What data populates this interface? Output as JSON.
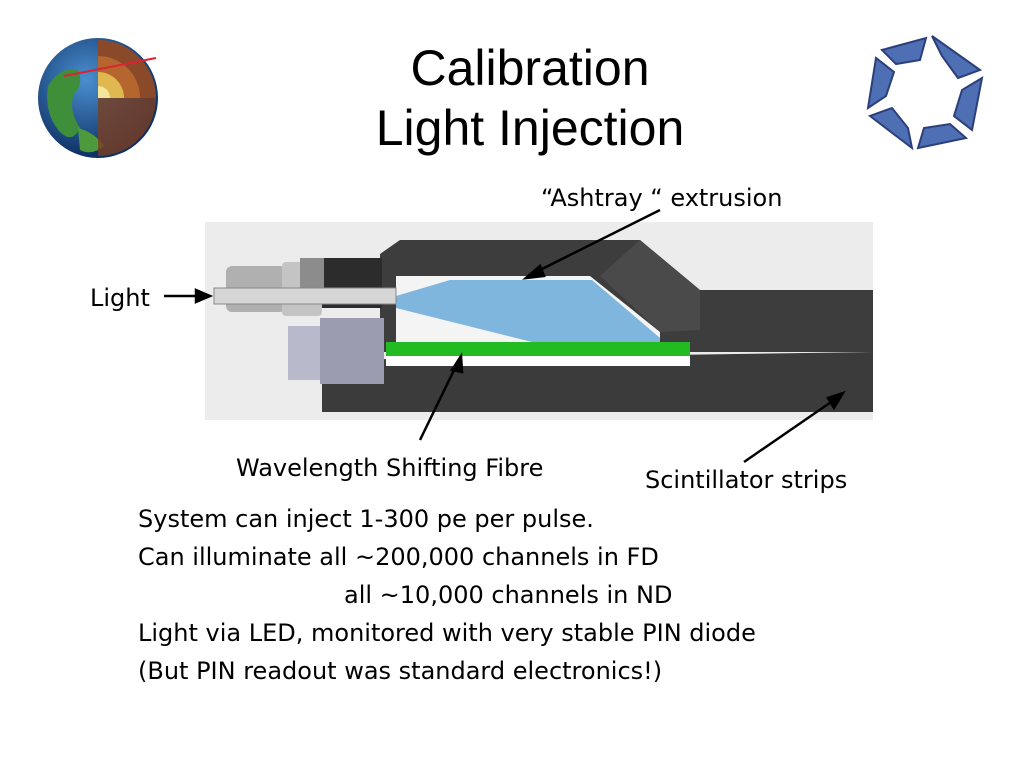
{
  "slide": {
    "title_line1": "Calibration",
    "title_line2": "Light Injection"
  },
  "diagram": {
    "label_ashtray": "“Ashtray “ extrusion",
    "label_light": "Light",
    "label_wls": "Wavelength Shifting Fibre",
    "label_scintillator": "Scintillator strips",
    "colors": {
      "light_cone": "#7eb6dd",
      "fibre": "#22bb22",
      "extrusion": "#3b3b3b",
      "background": "#ececec"
    }
  },
  "logos": {
    "left": "earth-globe-icon",
    "right": "swirl-star-icon"
  },
  "body": {
    "line1": "System can inject 1-300 pe per pulse.",
    "line2": "Can illuminate all ~200,000 channels in FD",
    "line3": "all ~10,000 channels in ND",
    "line4": "Light via LED, monitored with very stable PIN diode",
    "line5": "(But PIN readout was standard electronics!)"
  }
}
